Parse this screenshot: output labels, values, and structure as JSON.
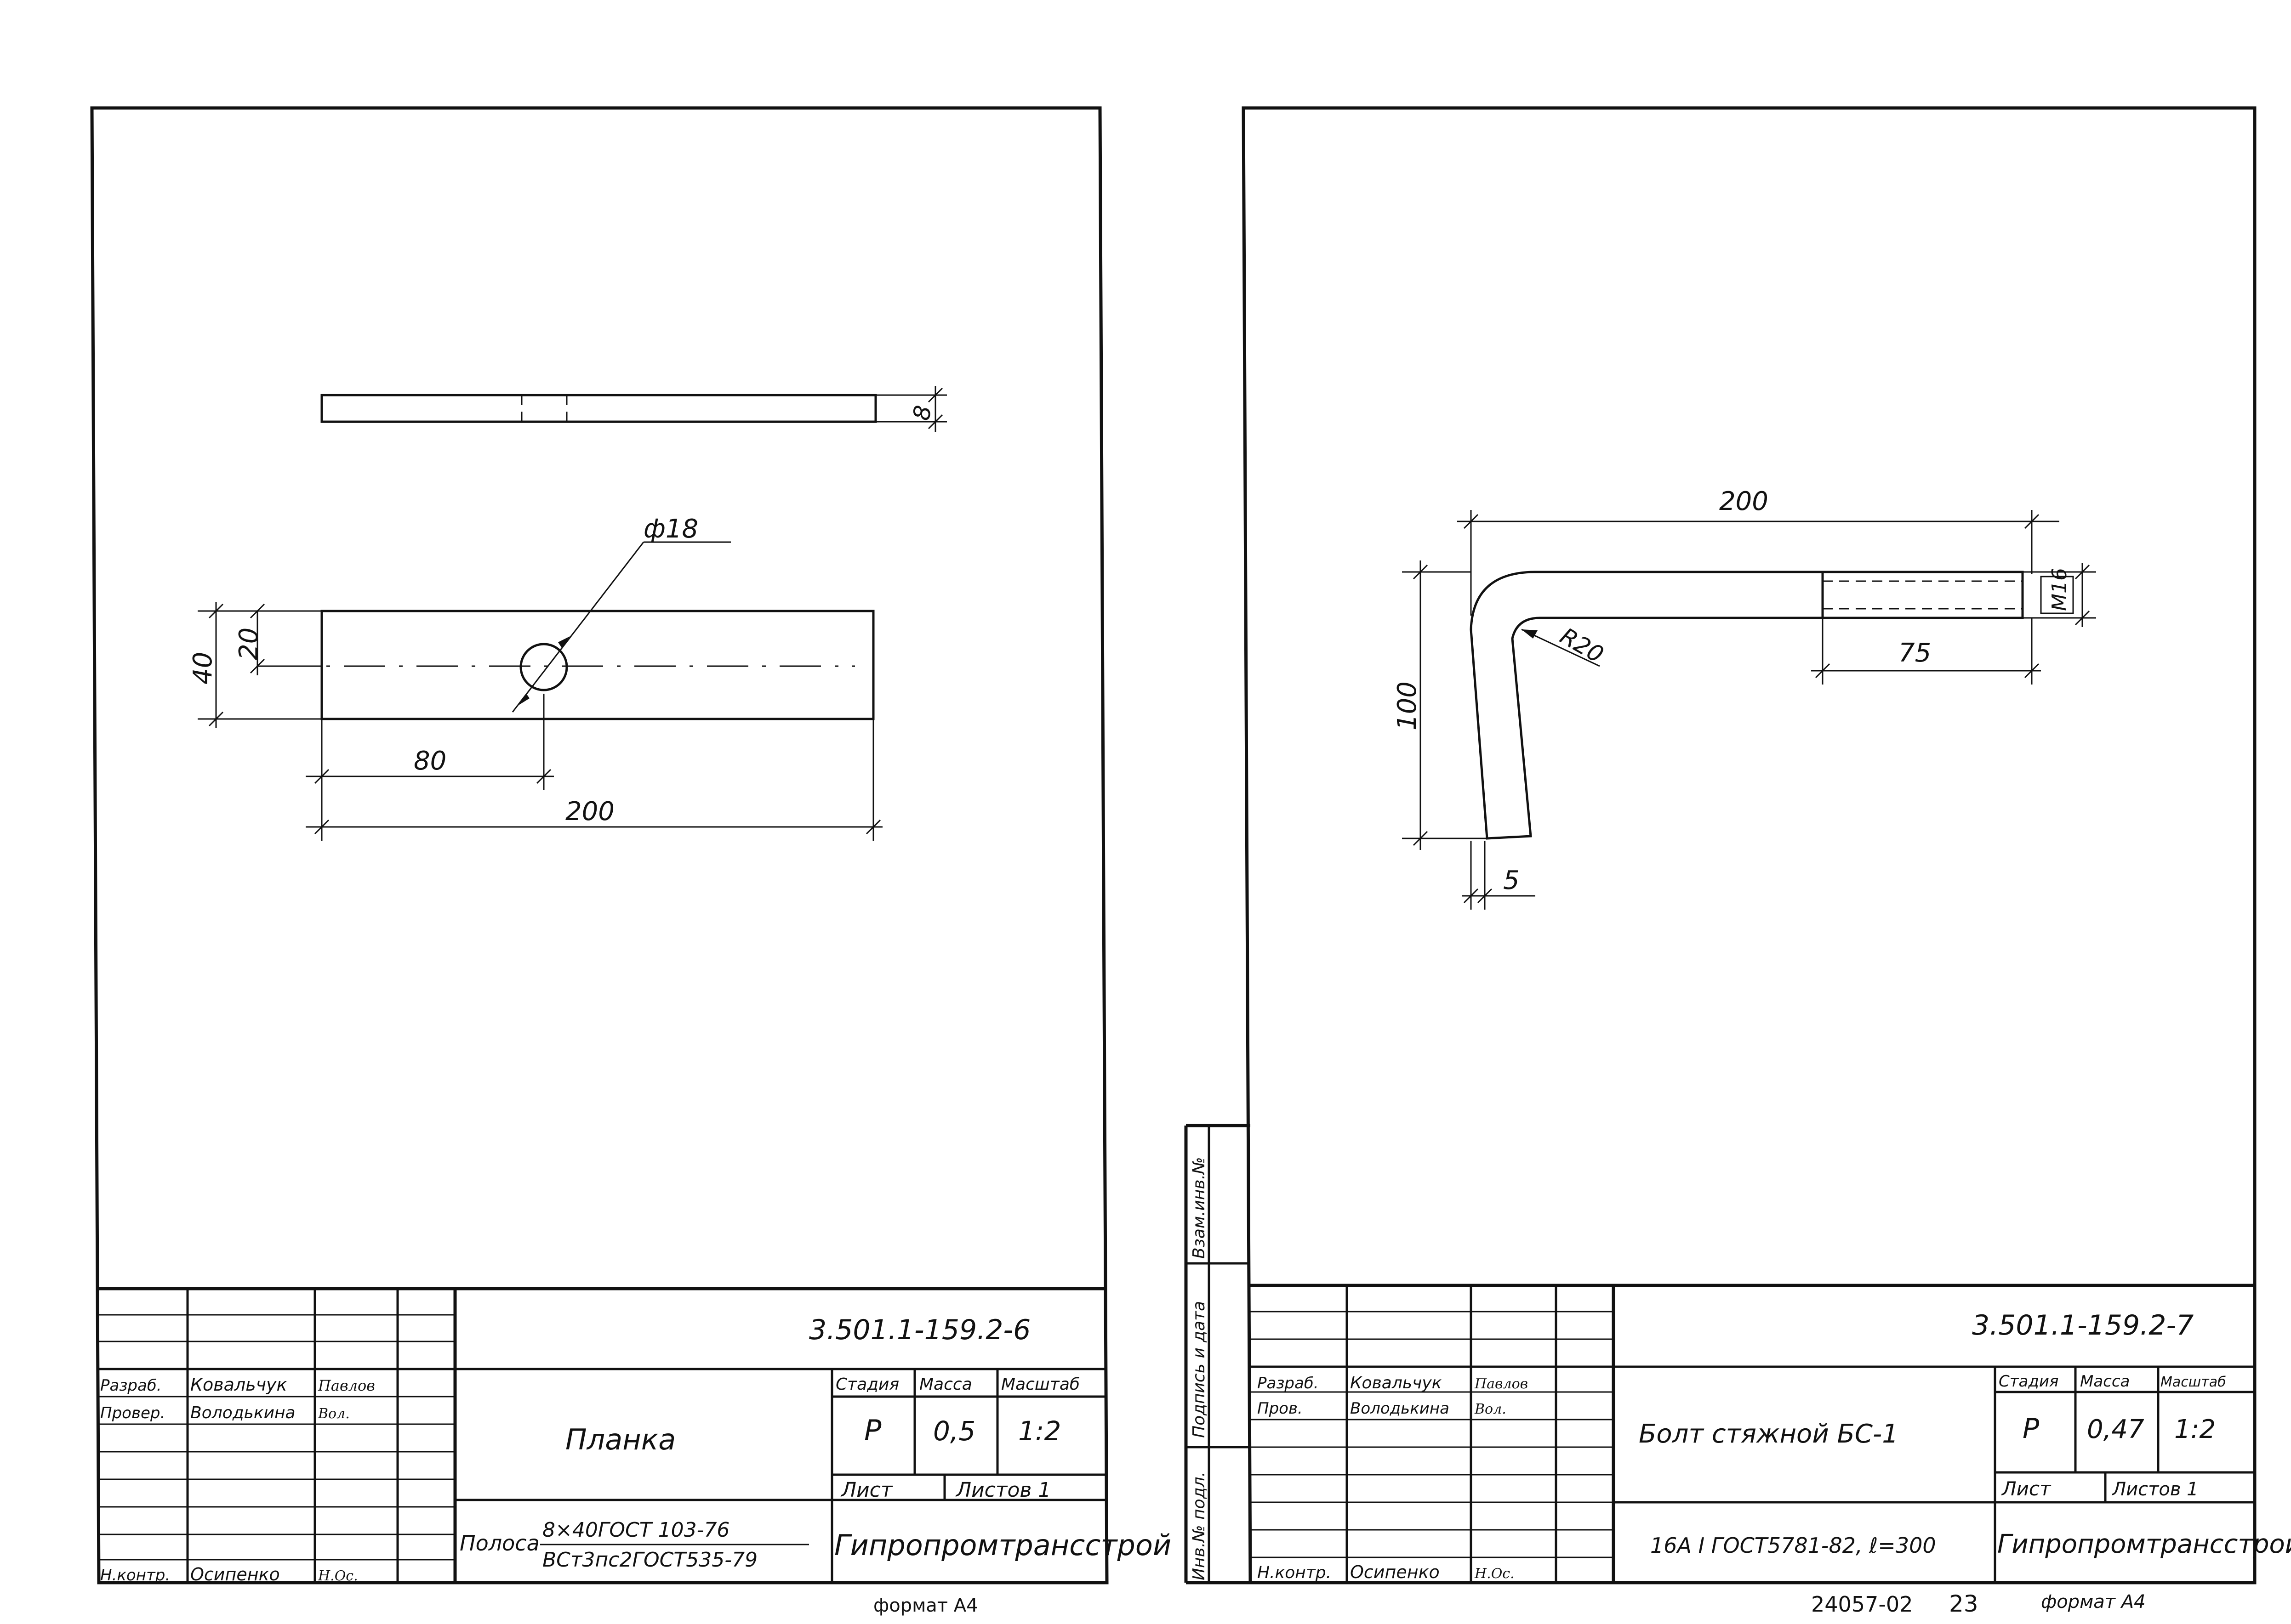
{
  "left_sheet": {
    "doc_number": "3.501.1-159.2-6",
    "title": "Планка",
    "material_prefix": "Полоса",
    "material_top": "8×40ГОСТ 103-76",
    "material_bottom": "ВСт3пс2ГОСТ535-79",
    "organization": "Гипропромтрансстрой",
    "format": "формат А4",
    "stage_header": "Стадия",
    "mass_header": "Масса",
    "scale_header": "Масштаб",
    "stage": "Р",
    "mass": "0,5",
    "scale": "1:2",
    "sheet_label": "Лист",
    "sheets_label": "Листов 1",
    "roles": [
      {
        "role": "Разраб.",
        "name": "Ковальчук",
        "signature": "Павлов"
      },
      {
        "role": "Провер.",
        "name": "Володькина",
        "signature": "Вол."
      },
      {
        "role": "Н.контр.",
        "name": "Осипенко",
        "signature": "Н.Ос."
      }
    ],
    "dimensions": {
      "thickness": "8",
      "hole": "ф18",
      "width": "40",
      "half_width": "20",
      "hole_offset": "80",
      "length": "200"
    }
  },
  "right_sheet": {
    "doc_number": "3.501.1-159.2-7",
    "title": "Болт стяжной БС-1",
    "material": "16А I ГОСТ5781-82, ℓ=300",
    "organization": "Гипропромтрансстрой",
    "format": "формат А4",
    "stage_header": "Стадия",
    "mass_header": "Масса",
    "scale_header": "Масштаб",
    "stage": "Р",
    "mass": "0,47",
    "scale": "1:2",
    "sheet_label": "Лист",
    "sheets_label": "Листов 1",
    "roles": [
      {
        "role": "Разраб.",
        "name": "Ковальчук",
        "signature": "Павлов"
      },
      {
        "role": "Пров.",
        "name": "Володькина",
        "signature": "Вол."
      },
      {
        "role": "Н.контр.",
        "name": "Осипенко",
        "signature": "Н.Ос."
      }
    ],
    "side_stamps": [
      "Взам.инв.№",
      "Подпись и дата",
      "Инв.№ подл."
    ],
    "dimensions": {
      "length": "200",
      "thread": "М16",
      "radius": "R20",
      "thread_length": "75",
      "height": "100",
      "end": "5"
    },
    "archive_number": "24057-02",
    "page_number": "23"
  }
}
